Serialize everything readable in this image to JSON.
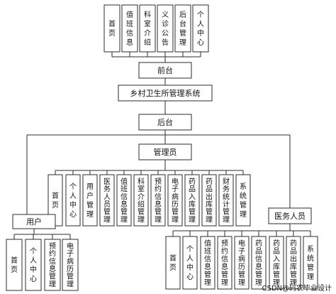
{
  "diagram": {
    "front_modules": [
      "首页",
      "值班信息",
      "科室介绍",
      "义诊公告",
      "后台管理",
      "个人中心"
    ],
    "front_label": "前台",
    "root_label": "乡村卫生所管理系统",
    "back_label": "后台",
    "admin_label": "管理员",
    "admin_modules": [
      "首页",
      "个人中心",
      "用户管理",
      "医务人员管理",
      "值班信息管理",
      "科室介绍管理",
      "预约信息管理",
      "电子病历管理",
      "药品入库管理",
      "药品出库管理",
      "财务统计管理",
      "系统管理"
    ],
    "user_label": "用户",
    "user_modules": [
      "首页",
      "个人中心",
      "预约信息管理",
      "电子病历管理"
    ],
    "staff_label": "医务人员",
    "staff_modules": [
      "首页",
      "个人中心",
      "值班信息管理",
      "预约信息管理",
      "电子病历管理",
      "药品信息管理",
      "药品入库管理",
      "药品出库管理",
      "系统管理"
    ],
    "watermark": "CSDN@码农毕业设计",
    "colors": {
      "line": "#2b2b2b",
      "text": "#111111",
      "background": "#ffffff"
    }
  }
}
